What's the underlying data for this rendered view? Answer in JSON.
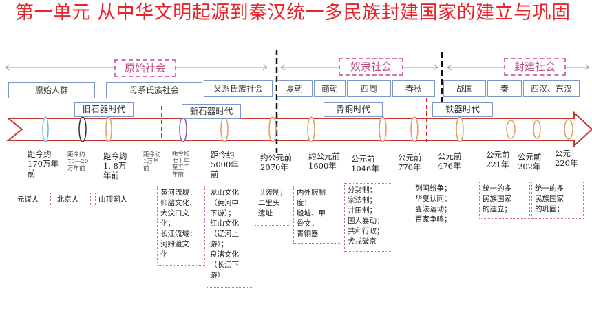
{
  "title": "第一单元  从中华文明起源到秦汉统一多民族封建国家的建立与巩固",
  "eras": [
    {
      "id": "primitive",
      "label": "原始社会"
    },
    {
      "id": "slave",
      "label": "奴隶社会"
    },
    {
      "id": "feudal",
      "label": "封建社会"
    }
  ],
  "periods": [
    "原始人群",
    "母系氏族社会",
    "父系氏族社会",
    "夏朝",
    "商朝",
    "西周",
    "春秋",
    "战国",
    "秦",
    "西汉、东汉"
  ],
  "tech_ages": [
    "旧石器时代",
    "新石器时代",
    "青铜时代",
    "铁器时代"
  ],
  "dates": [
    "距今约\n170万年\n前",
    "距今约\n70—20\n万年前",
    "距今约\n1. 8万\n年前",
    "距今约\n1万年\n前",
    "距今约\n七千年\n至五千\n年前",
    "距今约\n5000年\n前",
    "约公元前\n2070年",
    "约公元前\n1600年",
    "公元前\n1046年",
    "公元前\n770年",
    "公元前\n476年",
    "公元前\n221年",
    "公元前\n202年",
    "公元\n220年"
  ],
  "notes": [
    "元谋人",
    "北京人",
    "山顶洞人",
    "黄河流域：\n仰韶文化、\n大汶口文\n化；\n长江流域：\n河姆渡文\n化",
    "龙山文化\n（黄河中\n下游）；\n红山文化\n（辽河上\n游）；\n良渚文化\n（长江下\n游）",
    "世袭制；\n二里头\n遗址",
    "内外服制\n度；\n殷墟、甲\n骨文；\n青铜器",
    "分封制；\n宗法制；\n井田制；\n国人暴动；\n共和行政；\n犬戎破京",
    "列国纷争；\n华夏认同；\n变法运动；\n百家争鸣；",
    "统一的多\n民族国家\n的建立；",
    "统一的多\n民族国家\n的巩固；"
  ],
  "colors": {
    "title": "#e8242a",
    "arrow_fill": "#ffffff",
    "arrow_stroke": "#c0392b",
    "era_border": "#d66fb4",
    "box_border": "#7e96c8",
    "note_border": "#c86aa8",
    "divider": "#111111",
    "marker": "#e8242a"
  }
}
